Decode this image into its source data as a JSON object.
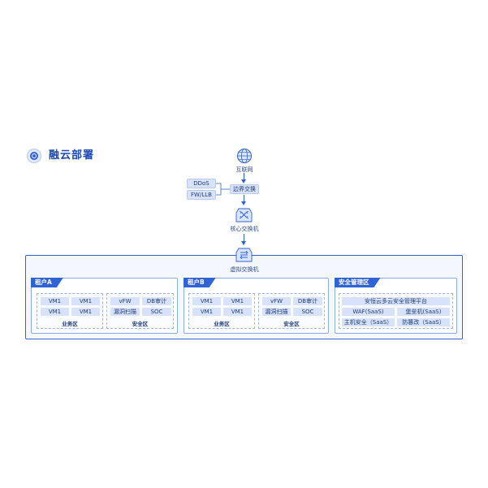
{
  "title": "融云部署",
  "top_flow": {
    "internet": "互联网",
    "border_switch": "边界交换",
    "ddos": "DDoS",
    "fw_llb": "FW/LLB",
    "core_switch": "核心交换机",
    "virtual_switch": "虚拟交换机"
  },
  "tenant_a": {
    "tag": "租户A",
    "vms": [
      "VM1",
      "VM1",
      "VM1",
      "VM1"
    ],
    "business_label": "业务区",
    "security": [
      "vFW",
      "DB审计",
      "漏洞扫描",
      "SOC"
    ],
    "security_label": "安全区"
  },
  "tenant_b": {
    "tag": "租户B",
    "vms": [
      "VM1",
      "VM1",
      "VM1",
      "VM1"
    ],
    "business_label": "业务区",
    "security": [
      "vFW",
      "DB审计",
      "漏洞扫描",
      "SOC"
    ],
    "security_label": "安全区"
  },
  "security_mgmt": {
    "tag": "安全管理区",
    "platform": "安恒云多云安全管理平台",
    "items": [
      "WAF(SaaS)",
      "堡垒机(SaaS)",
      "主机安全（SaaS）",
      "防篡改（SaaS）"
    ]
  },
  "colors": {
    "accent": "#2f63d6",
    "cell": "#d8e3fb",
    "panel": "#f4f7fe"
  }
}
